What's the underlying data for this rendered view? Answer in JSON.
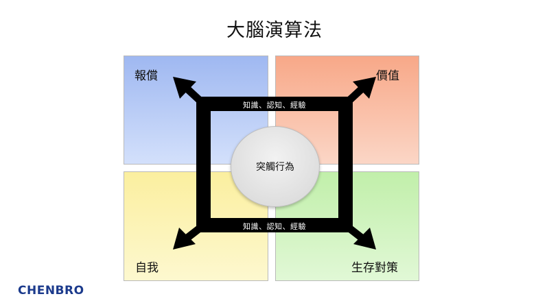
{
  "title": "大腦演算法",
  "quadrants": {
    "top_left": "報償",
    "top_right": "價值",
    "bottom_left": "自我",
    "bottom_right": "生存對策"
  },
  "center_label": "突觸行為",
  "band_top_label": "知識、認知、經驗",
  "band_bottom_label": "知識、認知、經驗",
  "logo": "CHENBRO",
  "colors": {
    "top_left": "#9fb8f1",
    "top_right": "#f8a888",
    "bottom_left": "#fbef9f",
    "bottom_right": "#c1efaa",
    "frame": "#000000",
    "logo": "#1b3a8c"
  }
}
